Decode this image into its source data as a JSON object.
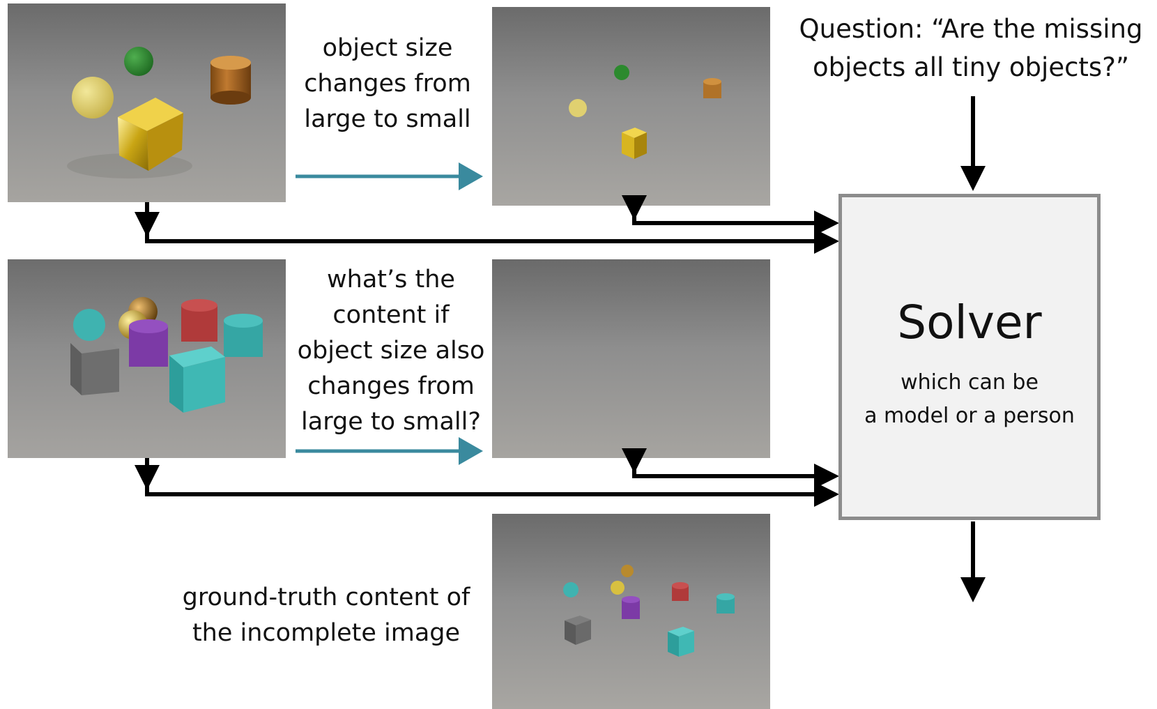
{
  "question": "Question: “Are the missing objects all tiny objects?”",
  "labels": {
    "size_change": "object size\nchanges from\nlarge to small",
    "query": "what’s the\ncontent if\nobject size also\nchanges from\nlarge to small?",
    "ground_truth": "ground-truth content of\nthe incomplete image"
  },
  "solver": {
    "title": "Solver",
    "subtitle": "which can be\na model or a person"
  },
  "colors": {
    "teal_arrow": "#3a8a9e",
    "black_arrow": "#000000",
    "solver_border": "#8c8c8c",
    "solver_fill": "#f2f2f2"
  }
}
